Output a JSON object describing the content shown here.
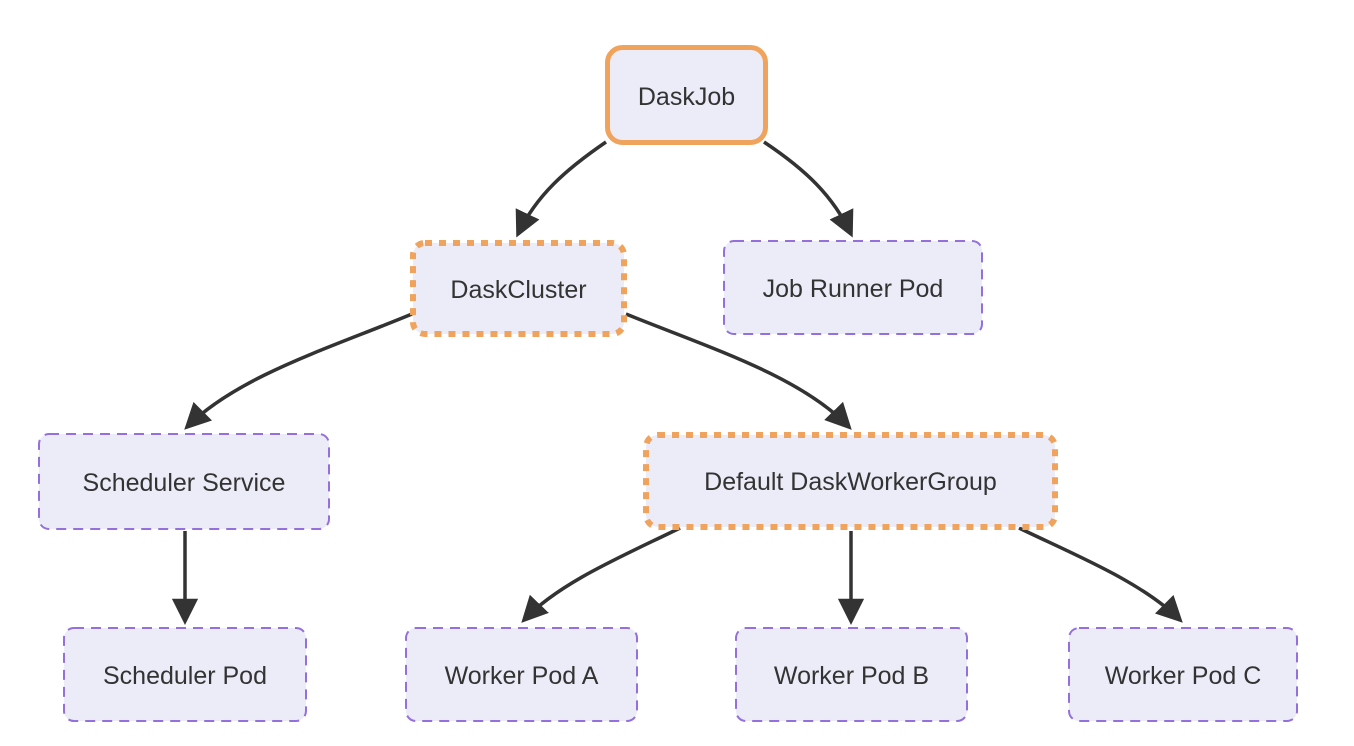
{
  "diagram": {
    "nodes": [
      {
        "id": "daskjob",
        "label": "DaskJob",
        "style": "orange-solid"
      },
      {
        "id": "daskcluster",
        "label": "DaskCluster",
        "style": "orange-dotted"
      },
      {
        "id": "job-runner-pod",
        "label": "Job Runner Pod",
        "style": "purple-dashed"
      },
      {
        "id": "scheduler-service",
        "label": "Scheduler Service",
        "style": "purple-dashed"
      },
      {
        "id": "default-daskworkergroup",
        "label": "Default DaskWorkerGroup",
        "style": "orange-dotted"
      },
      {
        "id": "scheduler-pod",
        "label": "Scheduler Pod",
        "style": "purple-dashed"
      },
      {
        "id": "worker-pod-a",
        "label": "Worker Pod A",
        "style": "purple-dashed"
      },
      {
        "id": "worker-pod-b",
        "label": "Worker Pod B",
        "style": "purple-dashed"
      },
      {
        "id": "worker-pod-c",
        "label": "Worker Pod C",
        "style": "purple-dashed"
      }
    ],
    "edges": [
      {
        "from": "DaskJob",
        "to": "DaskCluster"
      },
      {
        "from": "DaskJob",
        "to": "Job Runner Pod"
      },
      {
        "from": "DaskCluster",
        "to": "Scheduler Service"
      },
      {
        "from": "DaskCluster",
        "to": "Default DaskWorkerGroup"
      },
      {
        "from": "Scheduler Service",
        "to": "Scheduler Pod"
      },
      {
        "from": "Default DaskWorkerGroup",
        "to": "Worker Pod A"
      },
      {
        "from": "Default DaskWorkerGroup",
        "to": "Worker Pod B"
      },
      {
        "from": "Default DaskWorkerGroup",
        "to": "Worker Pod C"
      }
    ],
    "colors": {
      "node_fill": "#ECECF9",
      "orange_border": "#F0A35C",
      "purple_border": "#9370DB",
      "text": "#333333",
      "edge": "#333333",
      "background": "#FFFFFF"
    }
  }
}
